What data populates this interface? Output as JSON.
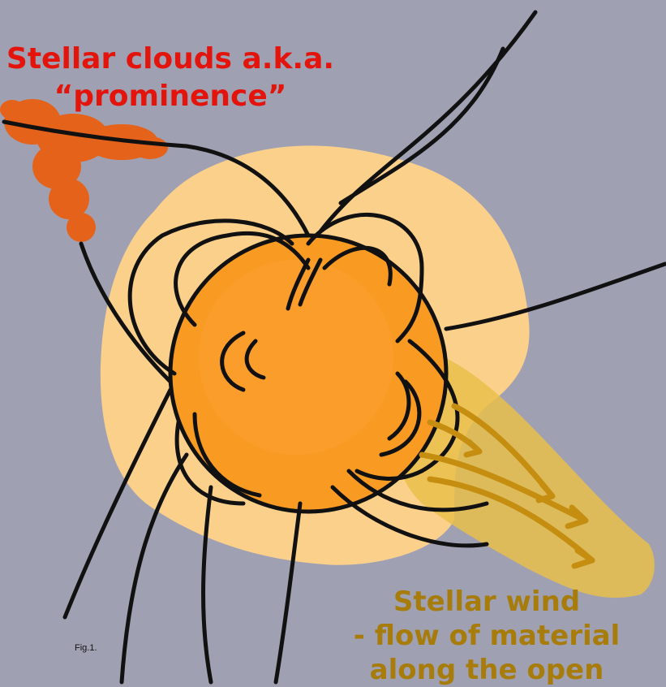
{
  "prominence_label": {
    "line1": "Stellar clouds a.k.a.",
    "line2": "“prominence”"
  },
  "wind_label": {
    "line1": "Stellar wind",
    "line2": "- flow of material",
    "line3": "along the open"
  },
  "figure_label": "Fig.1.",
  "colors": {
    "background": "#9fa1b3",
    "corona": "#fbd08b",
    "star": "#f99b22",
    "prominence": "#e5621a",
    "wind_stream": "#e9c04a",
    "wind_arrows": "#c68e10",
    "field_lines": "#111111",
    "prominence_text": "#e3140c",
    "wind_text": "#a77c0a"
  }
}
